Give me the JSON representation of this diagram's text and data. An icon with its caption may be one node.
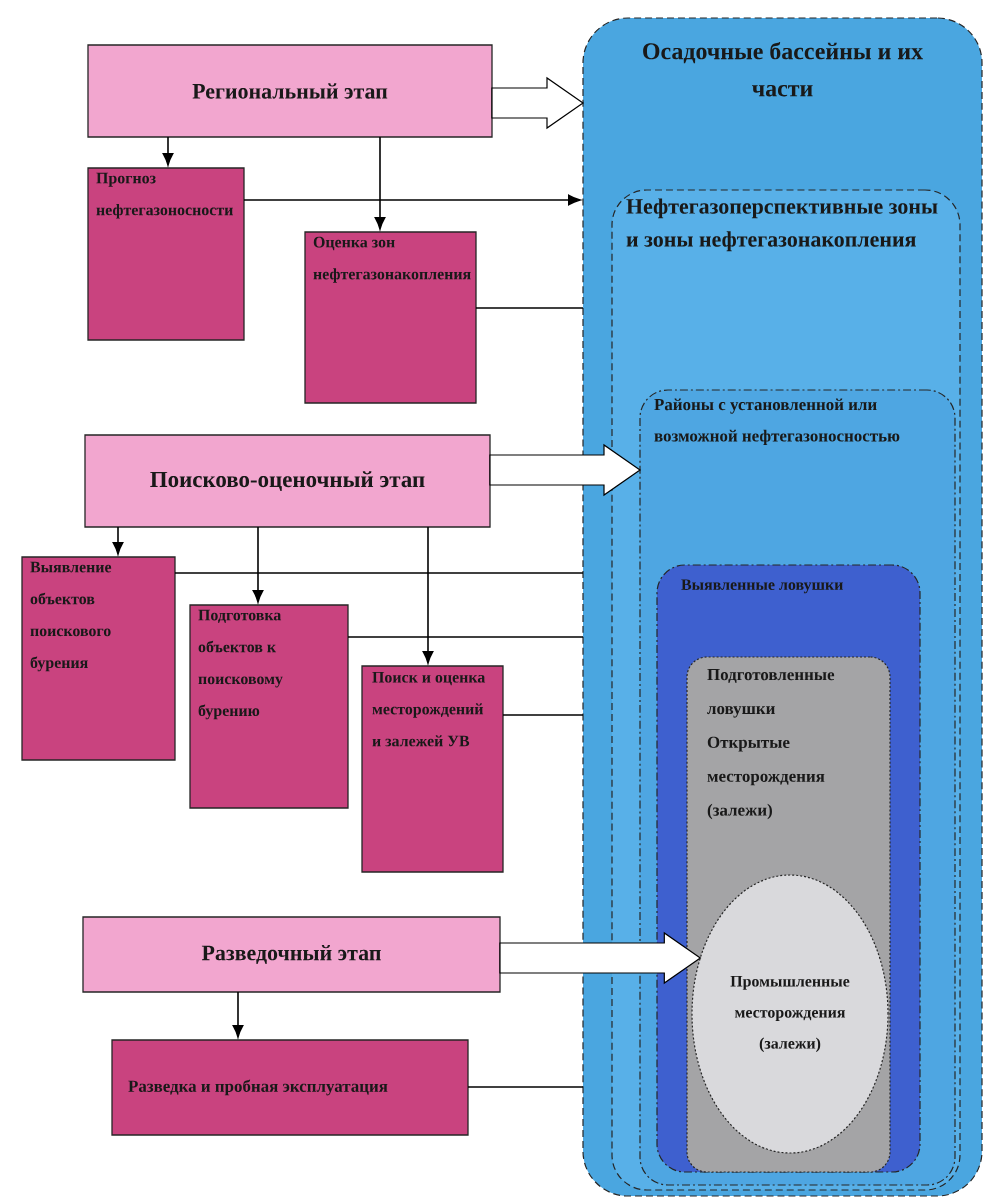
{
  "diagram": {
    "nodes": [
      {
        "text": [
          "Региональный этап"
        ]
      },
      {
        "text": [
          "Прогноз нефтегазоносности"
        ]
      },
      {
        "text": [
          "Оценка зон нефтегазонакопления"
        ]
      },
      {
        "text": [
          "Поисково-оценочный этап"
        ]
      },
      {
        "text": [
          "Выявление объектов поискового бурения"
        ]
      },
      {
        "text": [
          "Подготовка объектов к поисковому бурению"
        ]
      },
      {
        "text": [
          "Поиск и оценка месторождений и залежей УВ"
        ]
      },
      {
        "text": [
          "Разведочный этап"
        ]
      },
      {
        "text": [
          "Разведка и пробная эксплуатация"
        ]
      },
      {
        "text": [
          "Осадочные бассейны и их части"
        ]
      },
      {
        "text": [
          "Нефтегазоперспективные зоны и зоны нефтегазонакопления"
        ],
        "in": 9
      },
      {
        "text": [
          "Районы с установленной или возможной нефтегазоносностью"
        ],
        "in": 10
      },
      {
        "text": [
          "Выявленные ловушки"
        ],
        "in": 11
      },
      {
        "text": [
          "Подготовленные ловушки",
          "Открытые месторождения (залежи)"
        ],
        "in": 12
      },
      {
        "text": [
          "Промышленные месторождения (залежи)"
        ],
        "in": 13
      }
    ],
    "edges": [
      {
        "from": 0,
        "to": 9,
        "arrow": "to",
        "style": "thick"
      },
      {
        "from": 0,
        "to": 1,
        "arrow": "to"
      },
      {
        "from": 0,
        "to": 2,
        "arrow": "to"
      },
      {
        "from": 1,
        "to": 9,
        "arrow": "to"
      },
      {
        "from": 2,
        "to": 9,
        "arrow": "none"
      },
      {
        "from": 3,
        "to": 11,
        "arrow": "to",
        "style": "thick"
      },
      {
        "from": 3,
        "to": 4,
        "arrow": "to"
      },
      {
        "from": 3,
        "to": 5,
        "arrow": "to"
      },
      {
        "from": 3,
        "to": 6,
        "arrow": "to"
      },
      {
        "from": 4,
        "to": 9,
        "arrow": "none"
      },
      {
        "from": 5,
        "to": 9,
        "arrow": "none"
      },
      {
        "from": 6,
        "to": 9,
        "arrow": "none"
      },
      {
        "from": 7,
        "to": 14,
        "arrow": "to",
        "style": "thick"
      },
      {
        "from": 7,
        "to": 8,
        "arrow": "to"
      },
      {
        "from": 8,
        "to": 9,
        "arrow": "none"
      }
    ]
  }
}
